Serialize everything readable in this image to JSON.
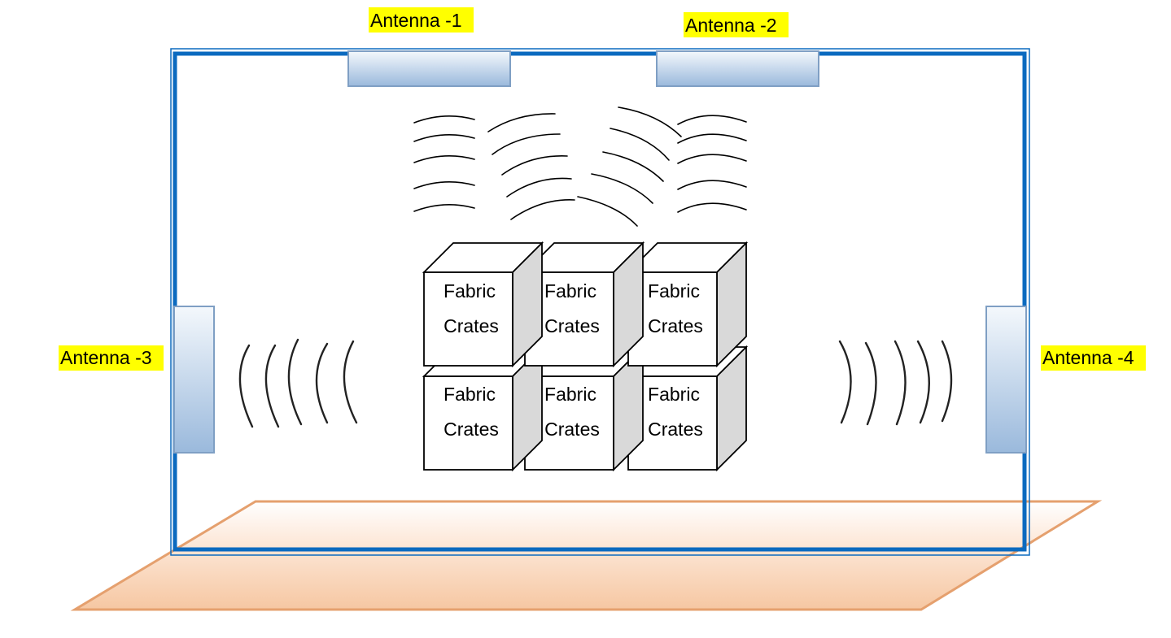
{
  "antennas": [
    {
      "id": "1",
      "label": "Antenna -1"
    },
    {
      "id": "2",
      "label": "Antenna -2"
    },
    {
      "id": "3",
      "label": "Antenna -3"
    },
    {
      "id": "4",
      "label": "Antenna -4"
    }
  ],
  "crates": [
    {
      "line1": "Fabric",
      "line2": "Crates"
    },
    {
      "line1": "Fabric",
      "line2": "Crates"
    },
    {
      "line1": "Fabric",
      "line2": "Crates"
    },
    {
      "line1": "Fabric",
      "line2": "Crates"
    },
    {
      "line1": "Fabric",
      "line2": "Crates"
    },
    {
      "line1": "Fabric",
      "line2": "Crates"
    }
  ],
  "colors": {
    "room_border": "#0b6abf",
    "antenna_top": "#f4f8fc",
    "antenna_bottom": "#9ab9dc",
    "antenna_stroke": "#7f9fc4",
    "label_highlight": "#ffff00",
    "floor_fill": "#f8cfae",
    "floor_edge": "#e5a06e",
    "crate_front": "#ffffff",
    "crate_side": "#d9d9d9"
  }
}
